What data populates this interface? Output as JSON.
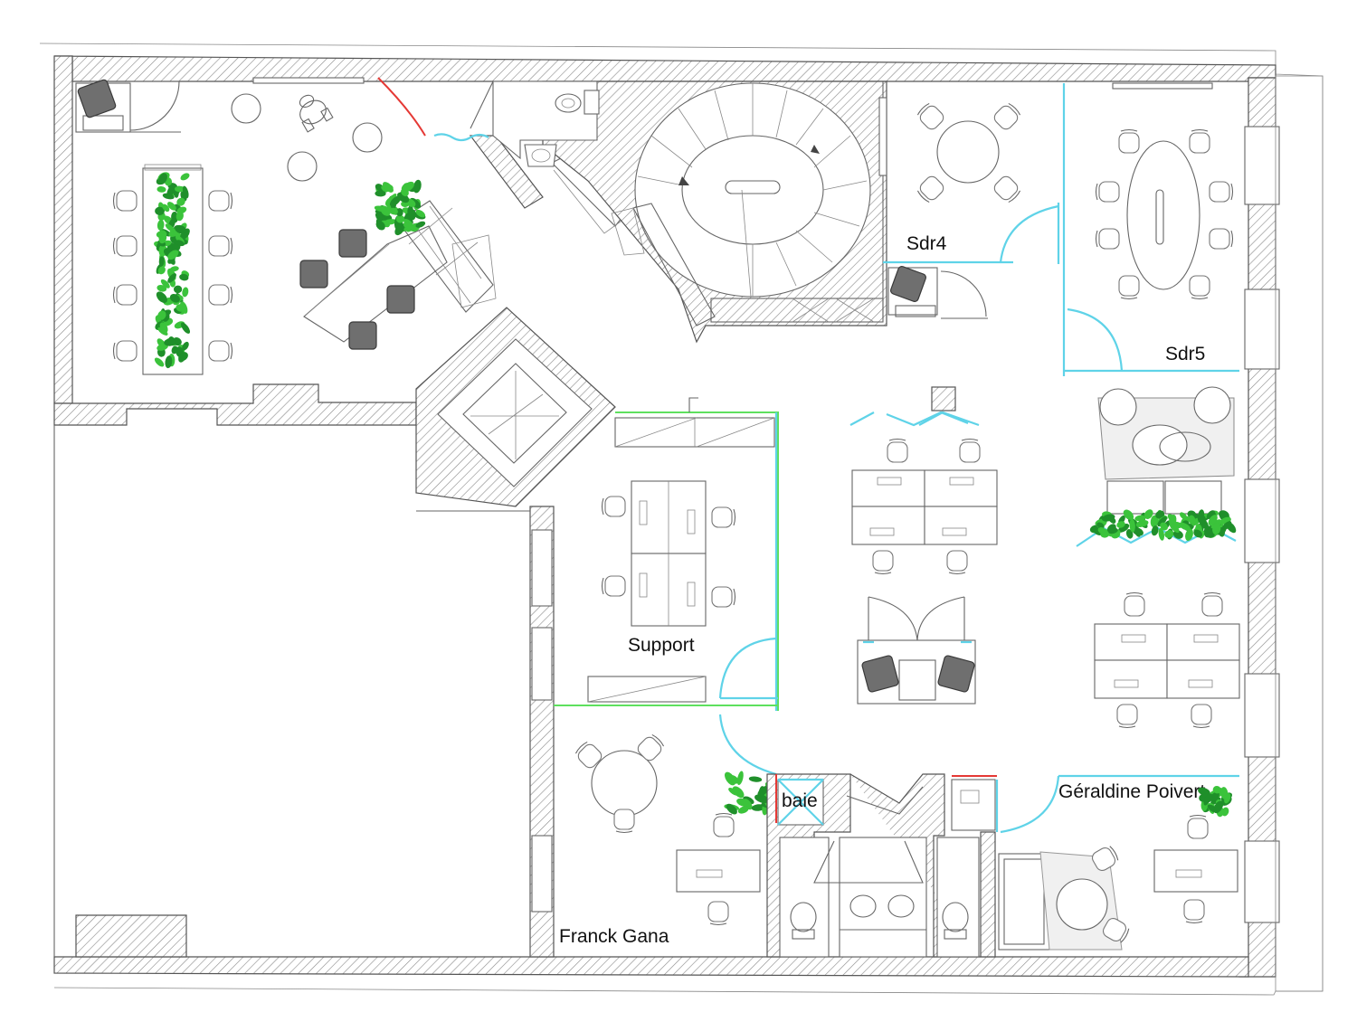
{
  "colors": {
    "glass": "#5fd3e8",
    "glass_green": "#5ee05e",
    "door_red": "#e53935",
    "plant": "#3bc33b",
    "plant_dark": "#1f8f2a",
    "wall_hatch": "#777777"
  },
  "rooms": {
    "sdr4": "Sdr4",
    "sdr5": "Sdr5",
    "support": "Support",
    "baie": "baie",
    "geraldine": "Géraldine Poivert",
    "franck": "Franck Gana"
  },
  "icons": [
    "plant-icon",
    "chair-icon",
    "desk-icon",
    "door-swing-icon",
    "toilet-icon",
    "sink-icon",
    "staircase-icon"
  ]
}
